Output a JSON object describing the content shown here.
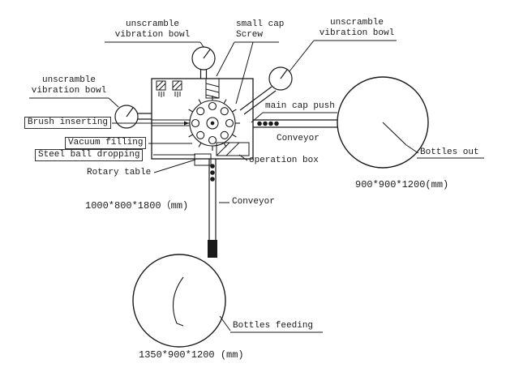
{
  "diagram": {
    "labels": {
      "bowl_top_left_1": "unscramble",
      "bowl_top_left_2": "vibration bowl",
      "small_cap_1": "small cap",
      "small_cap_2": "Screw",
      "bowl_top_right_1": "unscramble",
      "bowl_top_right_2": "vibration bowl",
      "bowl_left_1": "unscramble",
      "bowl_left_2": "vibration bowl",
      "brush_inserting": "Brush inserting",
      "vacuum_filling": "Vacuum filling",
      "steel_ball_dropping": "Steel ball dropping",
      "rotary_table": "Rotary table",
      "main_cap_push": "main cap push",
      "conveyor_right": "Conveyor",
      "operation_box": "operation box",
      "bottles_out": "Bottles out",
      "conveyor_bottom": "Conveyor",
      "bottles_feeding": "Bottles feeding"
    },
    "dimensions": {
      "machine": "1000*800*1800（mm)",
      "right_turntable": "900*900*1200(mm)",
      "bottom_turntable": "1350*900*1200 (mm)"
    },
    "colors": {
      "line": "#1a1a1a",
      "background": "#ffffff"
    }
  }
}
